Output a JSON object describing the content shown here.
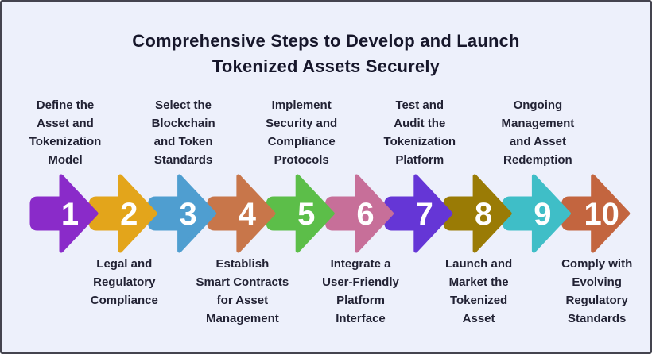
{
  "title": "Comprehensive Steps to Develop and Launch\nTokenized Assets Securely",
  "colors": {
    "background": "#EDF0FB",
    "frame_border": "#44444F",
    "title_text": "#17172B",
    "label_text": "#222234",
    "step_number_text": "#FFFFFF"
  },
  "steps": [
    {
      "number": "1",
      "label": "Define the\nAsset and\nTokenization\nModel",
      "color": "#8A2BC9",
      "label_position": "top"
    },
    {
      "number": "2",
      "label": "Legal and\nRegulatory\nCompliance",
      "color": "#E3A51B",
      "label_position": "bottom"
    },
    {
      "number": "3",
      "label": "Select the\nBlockchain\nand Token\nStandards",
      "color": "#4F9ED0",
      "label_position": "top"
    },
    {
      "number": "4",
      "label": "Establish\nSmart Contracts\nfor Asset\nManagement",
      "color": "#C8764A",
      "label_position": "bottom"
    },
    {
      "number": "5",
      "label": "Implement\nSecurity and\nCompliance\nProtocols",
      "color": "#5CBE49",
      "label_position": "top"
    },
    {
      "number": "6",
      "label": "Integrate a\nUser-Friendly\nPlatform\nInterface",
      "color": "#C76F99",
      "label_position": "bottom"
    },
    {
      "number": "7",
      "label": "Test and\nAudit the\nTokenization\nPlatform",
      "color": "#6536D6",
      "label_position": "top"
    },
    {
      "number": "8",
      "label": "Launch and\nMarket the\nTokenized\nAsset",
      "color": "#9A7B05",
      "label_position": "bottom"
    },
    {
      "number": "9",
      "label": "Ongoing\nManagement\nand Asset\nRedemption",
      "color": "#3FBEC7",
      "label_position": "top"
    },
    {
      "number": "10",
      "label": "Comply with\nEvolving\nRegulatory\nStandards",
      "color": "#C3653F",
      "label_position": "bottom"
    }
  ]
}
